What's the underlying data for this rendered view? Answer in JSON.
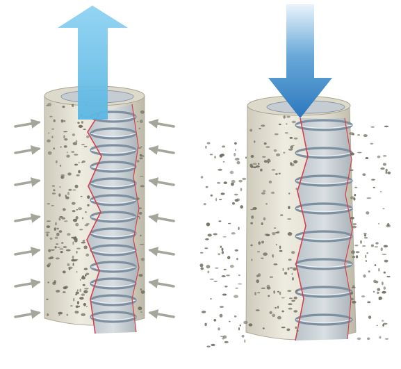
{
  "figure": {
    "left_panel": {
      "main_arrow_direction": "up",
      "side_arrow_direction": "inward",
      "concrete_state": "intact"
    },
    "right_panel": {
      "main_arrow_direction": "down",
      "concrete_state": "crumbling"
    }
  },
  "colors": {
    "concrete": "#e6e3d6",
    "aggregate": "#6f6d5f",
    "spring": "#8a9fb4",
    "crack_edge": "#d6404f",
    "arrow_light_blue": "#6cc4ea",
    "arrow_dark_blue": "#2f7fc3",
    "side_arrow_gray": "#a3a69a"
  }
}
